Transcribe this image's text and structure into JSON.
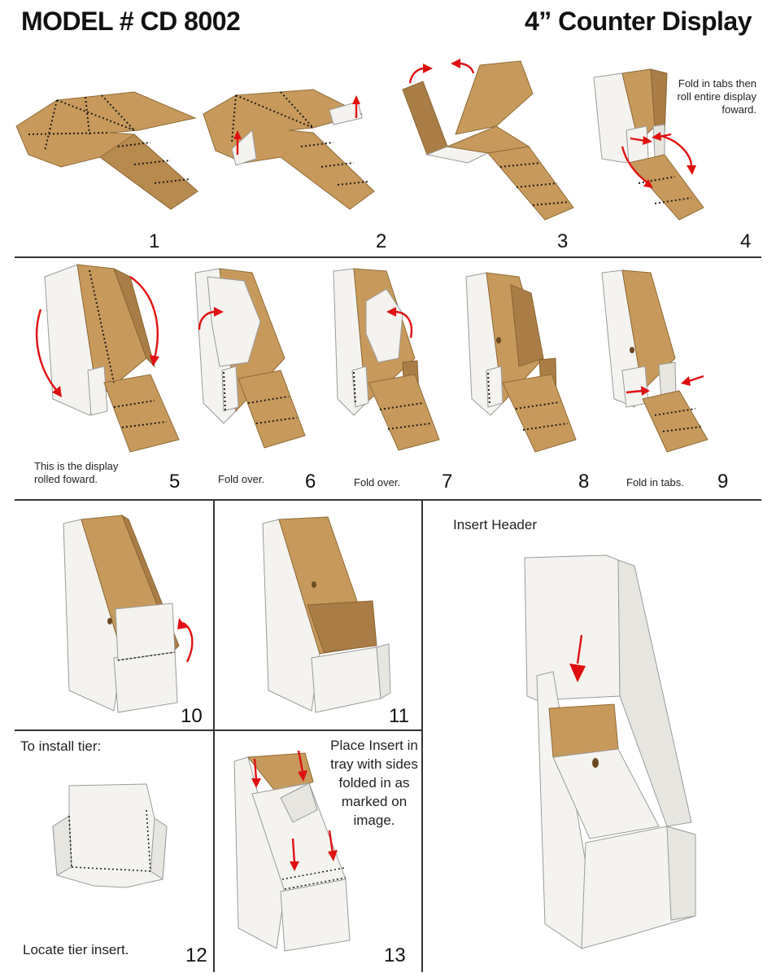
{
  "header": {
    "model": "MODEL # CD 8002",
    "product": "4” Counter Display"
  },
  "steps": [
    {
      "number": "1",
      "caption": ""
    },
    {
      "number": "2",
      "caption": ""
    },
    {
      "number": "3",
      "caption": ""
    },
    {
      "number": "4",
      "caption": "Fold in tabs then roll entire display foward."
    },
    {
      "number": "5",
      "caption": "This is the display rolled foward."
    },
    {
      "number": "6",
      "caption": "Fold over."
    },
    {
      "number": "7",
      "caption": "Fold over."
    },
    {
      "number": "8",
      "caption": ""
    },
    {
      "number": "9",
      "caption": "Fold in tabs."
    },
    {
      "number": "10",
      "caption": ""
    },
    {
      "number": "11",
      "caption": ""
    },
    {
      "number": "12",
      "caption": "Locate tier insert."
    },
    {
      "number": "13",
      "caption": "Place Insert in tray with sides folded in as marked on image."
    }
  ],
  "section_labels": {
    "tier": "To install tier:",
    "header_insert": "Insert Header"
  },
  "colors": {
    "kraft": "#c79a5c",
    "white_board": "#f4f3ef",
    "arrow": "#e01010"
  }
}
